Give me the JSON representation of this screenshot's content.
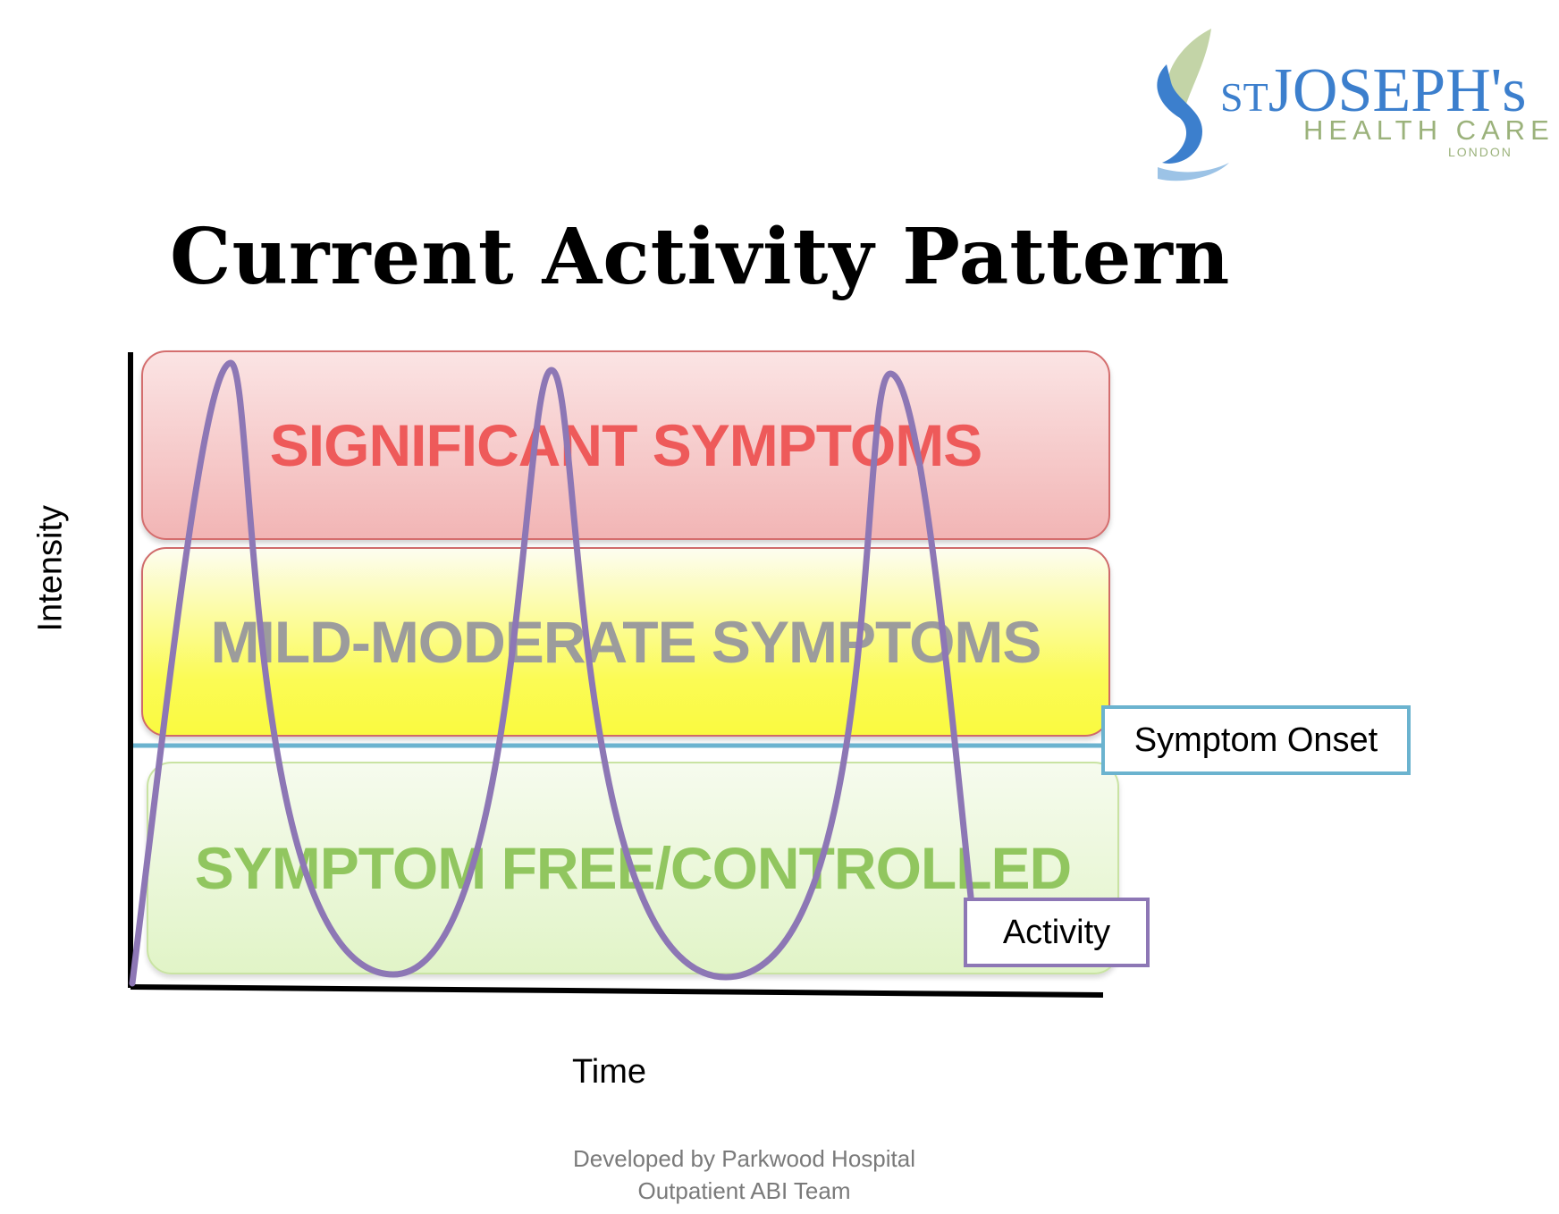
{
  "logo": {
    "st": "ST",
    "joseph": "JOSEPH's",
    "health_care": "HEALTH CARE",
    "london": "LONDON"
  },
  "title": "Current Activity Pattern",
  "zones": {
    "significant": "SIGNIFICANT SYMPTOMS",
    "mild_moderate": "MILD-MODERATE SYMPTOMS",
    "free_controlled": "SYMPTOM FREE/CONTROLLED"
  },
  "axes": {
    "y_label": "Intensity",
    "x_label": "Time"
  },
  "labels": {
    "symptom_onset": "Symptom Onset",
    "activity": "Activity"
  },
  "credit": {
    "line1": "Developed by Parkwood Hospital",
    "line2": "Outpatient ABI Team"
  },
  "colors": {
    "activity_line": "#8d77b5",
    "onset_line": "#6bb3cf",
    "logo_blue": "#3c7fcd",
    "logo_green": "#9bb27b"
  }
}
